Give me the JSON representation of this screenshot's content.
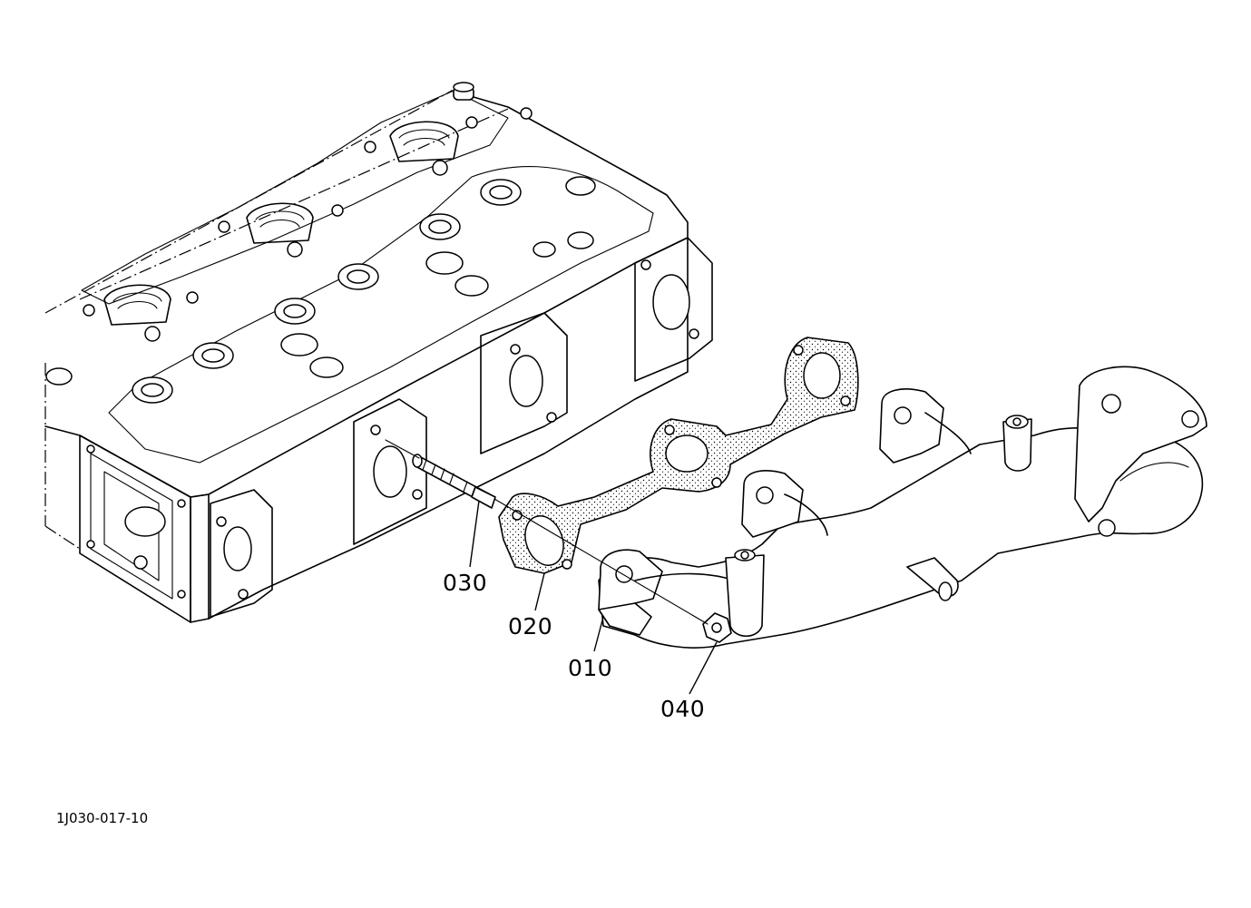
{
  "diagram": {
    "callouts": [
      {
        "id": "030",
        "label": "030"
      },
      {
        "id": "020",
        "label": "020"
      },
      {
        "id": "010",
        "label": "010"
      },
      {
        "id": "040",
        "label": "040"
      }
    ],
    "reference_code": "1J030-017-10"
  }
}
